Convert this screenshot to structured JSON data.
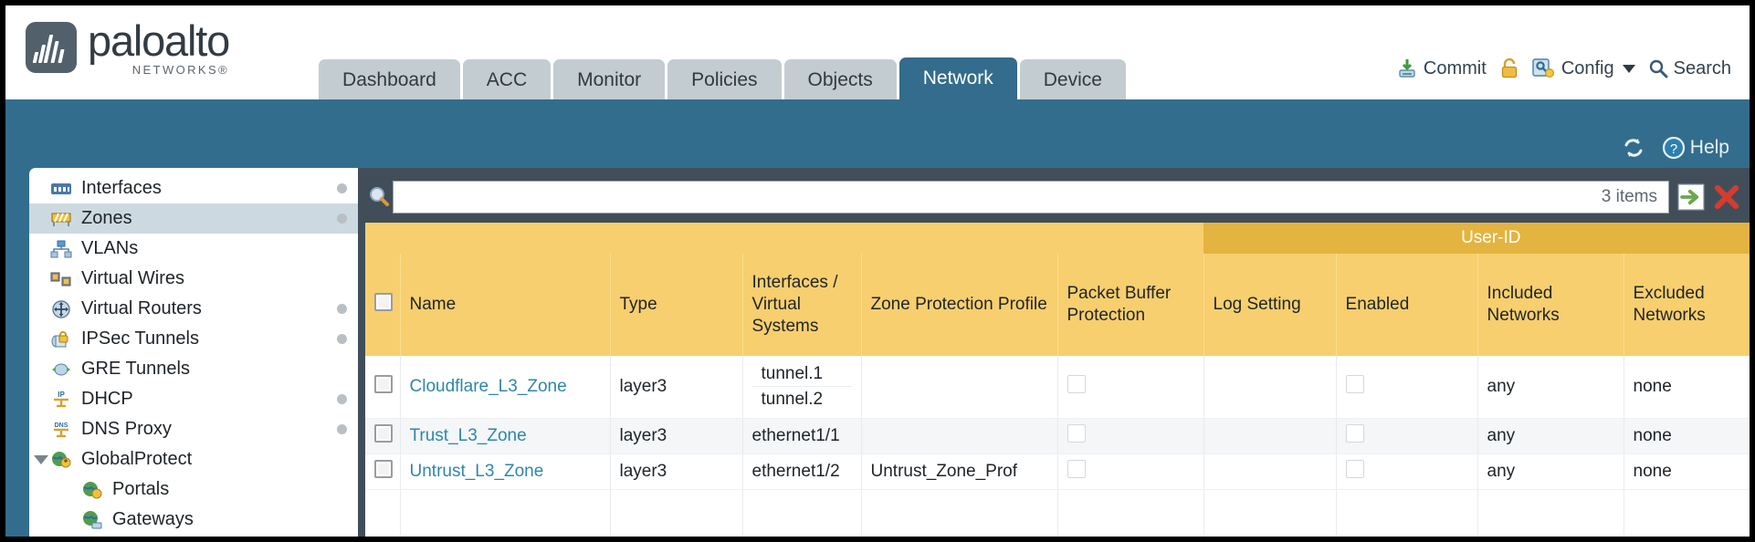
{
  "brand": {
    "name": "paloalto",
    "sub": "NETWORKS®"
  },
  "tabs": [
    {
      "label": "Dashboard",
      "active": false
    },
    {
      "label": "ACC",
      "active": false
    },
    {
      "label": "Monitor",
      "active": false
    },
    {
      "label": "Policies",
      "active": false
    },
    {
      "label": "Objects",
      "active": false
    },
    {
      "label": "Network",
      "active": true
    },
    {
      "label": "Device",
      "active": false
    }
  ],
  "toolbar": {
    "commit": "Commit",
    "config": "Config",
    "search": "Search",
    "lock_icon": "padlock-icon",
    "commit_icon": "commit-download-icon",
    "config_icon": "config-key-icon",
    "search_icon": "search-magnifier-icon"
  },
  "subbar": {
    "help": "Help",
    "refresh_icon": "refresh-icon",
    "help_icon": "help-question-icon"
  },
  "sidebar": {
    "items": [
      {
        "label": "Interfaces",
        "icon": "interfaces-icon",
        "selected": false,
        "dot": true,
        "child": false,
        "expand": false
      },
      {
        "label": "Zones",
        "icon": "zones-icon",
        "selected": true,
        "dot": true,
        "child": false,
        "expand": false
      },
      {
        "label": "VLANs",
        "icon": "vlans-icon",
        "selected": false,
        "dot": false,
        "child": false,
        "expand": false
      },
      {
        "label": "Virtual Wires",
        "icon": "virtual-wires-icon",
        "selected": false,
        "dot": false,
        "child": false,
        "expand": false
      },
      {
        "label": "Virtual Routers",
        "icon": "virtual-routers-icon",
        "selected": false,
        "dot": true,
        "child": false,
        "expand": false
      },
      {
        "label": "IPSec Tunnels",
        "icon": "ipsec-tunnels-icon",
        "selected": false,
        "dot": true,
        "child": false,
        "expand": false
      },
      {
        "label": "GRE Tunnels",
        "icon": "gre-tunnels-icon",
        "selected": false,
        "dot": false,
        "child": false,
        "expand": false
      },
      {
        "label": "DHCP",
        "icon": "dhcp-icon",
        "selected": false,
        "dot": true,
        "child": false,
        "expand": false
      },
      {
        "label": "DNS Proxy",
        "icon": "dns-proxy-icon",
        "selected": false,
        "dot": true,
        "child": false,
        "expand": false
      },
      {
        "label": "GlobalProtect",
        "icon": "globalprotect-icon",
        "selected": false,
        "dot": false,
        "child": false,
        "expand": true
      },
      {
        "label": "Portals",
        "icon": "portals-icon",
        "selected": false,
        "dot": false,
        "child": true,
        "expand": false
      },
      {
        "label": "Gateways",
        "icon": "gateways-icon",
        "selected": false,
        "dot": false,
        "child": true,
        "expand": false
      }
    ]
  },
  "filter": {
    "value": "",
    "placeholder": "",
    "item_count": "3 items",
    "apply_icon": "green-arrow-apply-icon",
    "clear_icon": "red-x-clear-icon"
  },
  "table": {
    "group_header": "User-ID",
    "columns": [
      "Name",
      "Type",
      "Interfaces / Virtual Systems",
      "Zone Protection Profile",
      "Packet Buffer Protection",
      "Log Setting",
      "Enabled",
      "Included Networks",
      "Excluded Networks"
    ],
    "rows": [
      {
        "name": "Cloudflare_L3_Zone",
        "type": "layer3",
        "interfaces": [
          "tunnel.1",
          "tunnel.2"
        ],
        "zone_protection_profile": "",
        "packet_buffer_protection": false,
        "log_setting": "",
        "userid_enabled": false,
        "included_networks": "any",
        "excluded_networks": "none",
        "selected": false
      },
      {
        "name": "Trust_L3_Zone",
        "type": "layer3",
        "interfaces": [
          "ethernet1/1"
        ],
        "zone_protection_profile": "",
        "packet_buffer_protection": false,
        "log_setting": "",
        "userid_enabled": false,
        "included_networks": "any",
        "excluded_networks": "none",
        "selected": false
      },
      {
        "name": "Untrust_L3_Zone",
        "type": "layer3",
        "interfaces": [
          "ethernet1/2"
        ],
        "zone_protection_profile": "Untrust_Zone_Prof",
        "packet_buffer_protection": false,
        "log_setting": "",
        "userid_enabled": false,
        "included_networks": "any",
        "excluded_networks": "none",
        "selected": false
      }
    ]
  },
  "colors": {
    "brand_blue": "#336d8d",
    "active_tab": "#336c8c",
    "header_gold": "#f7cf6e",
    "group_gold": "#e3b43f",
    "panel_slate": "#414e5a",
    "link_blue": "#2e86ab"
  }
}
